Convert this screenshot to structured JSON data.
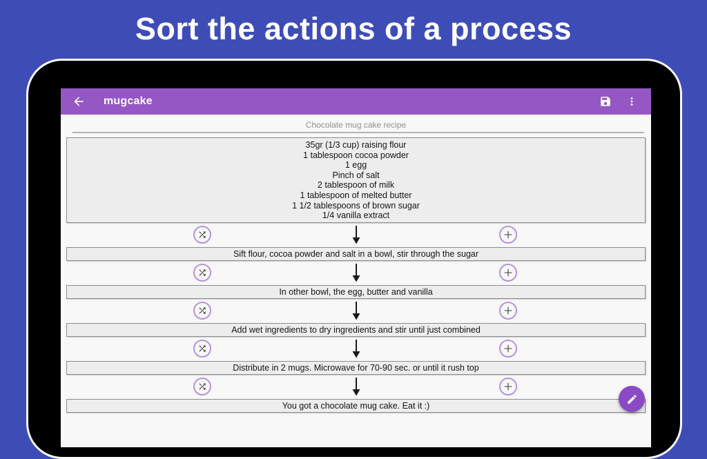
{
  "banner": {
    "title": "Sort the actions of a process"
  },
  "app": {
    "toolbar": {
      "back_icon": "arrow-left-icon",
      "title": "mugcake",
      "save_icon": "floppy-disk-icon",
      "menu_icon": "three-dots-vertical-icon"
    },
    "process_title": "Chocolate mug cake recipe",
    "steps": [
      {
        "lines": [
          "35gr (1/3 cup) raising flour",
          "1 tablespoon cocoa powder",
          "1 egg",
          "Pinch of salt",
          "2 tablespoon of milk",
          "1 tablespoon of melted butter",
          "1 1/2 tablespoons of brown sugar",
          "1/4 vanilla extract"
        ]
      },
      {
        "lines": [
          "Sift flour, cocoa powder and salt in a bowl, stir through the sugar"
        ]
      },
      {
        "lines": [
          "In other bowl, the egg, butter and vanilla"
        ]
      },
      {
        "lines": [
          "Add wet ingredients to dry ingredients and stir until just combined"
        ]
      },
      {
        "lines": [
          "Distribute in 2 mugs. Microwave for 70-90 sec. or until it rush top"
        ]
      },
      {
        "lines": [
          "You got a chocolate mug cake. Eat it :)"
        ]
      }
    ],
    "connector": {
      "swap_icon": "shuffle-icon",
      "flow_icon": "arrow-down-icon",
      "add_icon": "plus-icon"
    },
    "fab_icon": "pencil-icon"
  },
  "colors": {
    "banner_bg": "#3e4db6",
    "toolbar_bg": "#9457c3",
    "fab_bg": "#8a49c5",
    "circle_border": "#b593dd",
    "screen_bg": "#f8f8f8",
    "box_bg": "#ededed",
    "box_border": "#8c8c8c",
    "muted_text": "#8f8f8f",
    "dark_text": "#141414"
  }
}
